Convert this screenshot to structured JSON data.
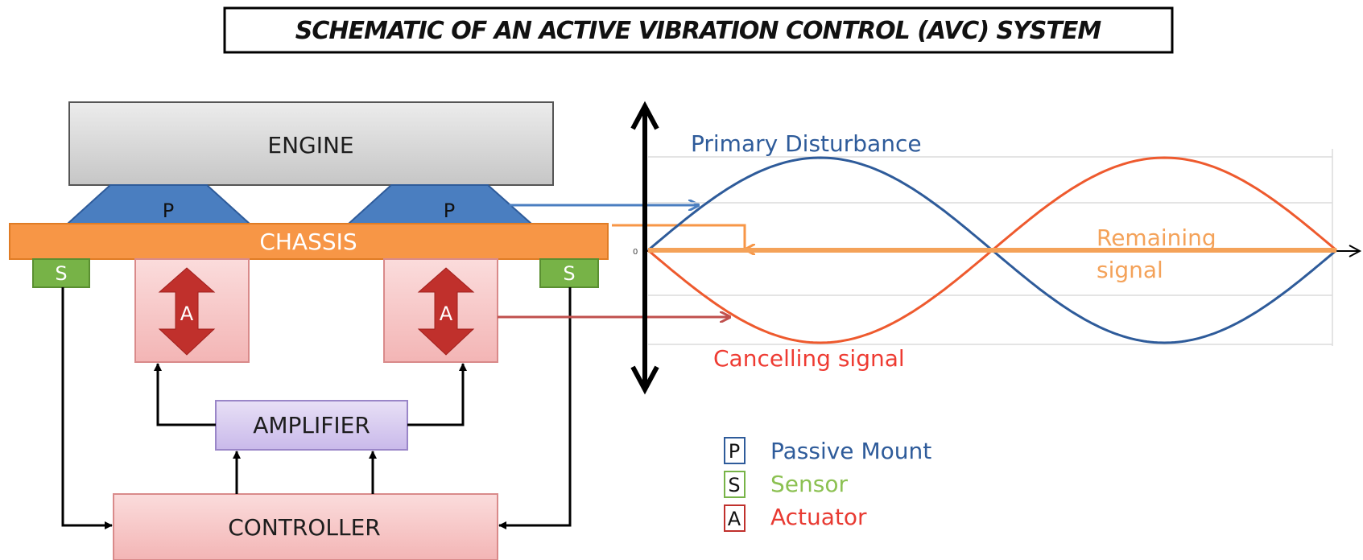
{
  "title": "SCHEMATIC OF AN ACTIVE VIBRATION CONTROL (AVC) SYSTEM",
  "blocks": {
    "engine": "ENGINE",
    "chassis": "CHASSIS",
    "amplifier": "AMPLIFIER",
    "controller": "CONTROLLER",
    "passive_mount_letter": "P",
    "sensor_letter": "S",
    "actuator_letter": "A"
  },
  "graph": {
    "origin_label": "0",
    "primary_label": "Primary Disturbance",
    "cancelling_label": "Cancelling signal",
    "remaining_label_line1": "Remaining",
    "remaining_label_line2": "signal"
  },
  "legend": [
    {
      "key": "P",
      "label": "Passive Mount",
      "color": "#2e5b9a"
    },
    {
      "key": "S",
      "label": "Sensor",
      "color": "#8cc152"
    },
    {
      "key": "A",
      "label": "Actuator",
      "color": "#e83a32"
    }
  ],
  "colors": {
    "engine": "#d4d4d4",
    "passive_mount": "#4a7ec0",
    "chassis": "#f79646",
    "sensor": "#77b347",
    "actuator_box": "#f8caca",
    "actuator_arrow": "#c0302c",
    "amplifier": "#d9ccf0",
    "controller": "#f6c2c2",
    "primary": "#2e5b9a",
    "cancelling": "#ee5a2e",
    "remaining": "#f4a259"
  }
}
